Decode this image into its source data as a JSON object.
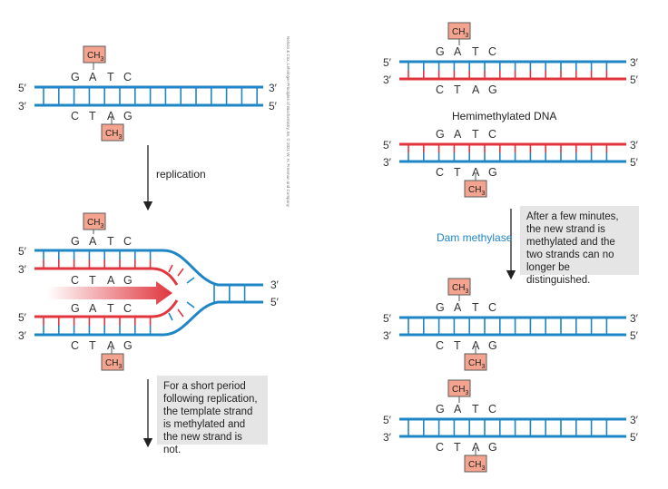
{
  "ends": {
    "five": "5′",
    "three": "3′"
  },
  "methyl": {
    "main": "CH",
    "sub": "3"
  },
  "bases": {
    "top": [
      "G",
      "A",
      "T",
      "C"
    ],
    "bottom": [
      "C",
      "T",
      "A",
      "G"
    ]
  },
  "labels": {
    "replication": "replication",
    "hemimethylated": "Hemimethylated DNA",
    "dam_methylase": "Dam methylase"
  },
  "notes": {
    "left": "For a short period following replication, the template strand is methylated and the new strand is not.",
    "right": "After a few minutes, the new strand is methylated and the two strands can no longer be distinguished."
  },
  "credit": "Nelson & Cox, Lehninger Principles of Biochemistry, 8e, © 2021 W. H. Freeman and Company",
  "colors": {
    "parental_strand": "#1f86c6",
    "new_strand": "#e0353d",
    "methyl_box": "#f4a48e",
    "note_box": "#e5e5e5"
  }
}
